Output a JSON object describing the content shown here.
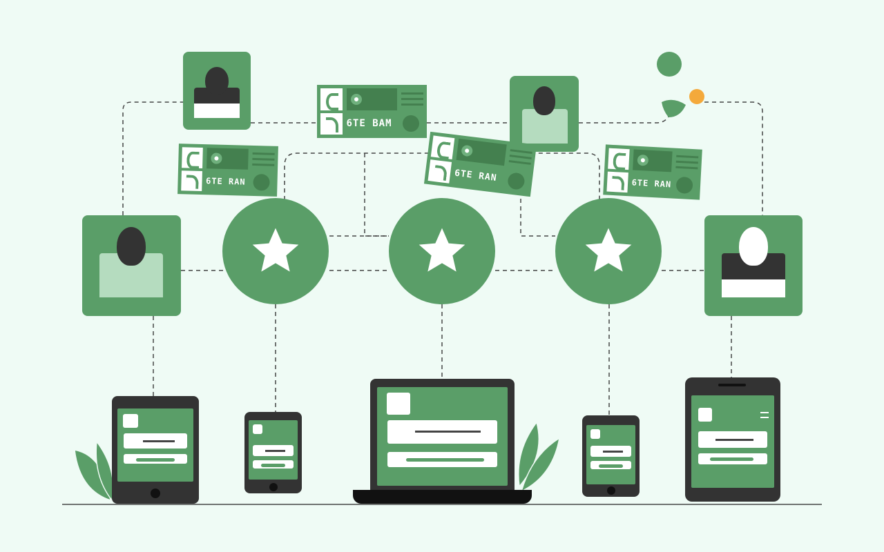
{
  "cards": [
    {
      "label": "6TE BAM"
    },
    {
      "label": "6TE RAN"
    },
    {
      "label": "6TE RAN"
    },
    {
      "label": "6TE RAN"
    }
  ],
  "colors": {
    "background": "#effbf5",
    "primary_green": "#5a9e68",
    "dark_green": "#44804f",
    "light_green": "#b5dcbf",
    "device": "#333333",
    "accent_orange": "#f4a93b"
  },
  "icons": [
    "user-avatar",
    "star",
    "tablet",
    "phone",
    "laptop",
    "leaf"
  ]
}
